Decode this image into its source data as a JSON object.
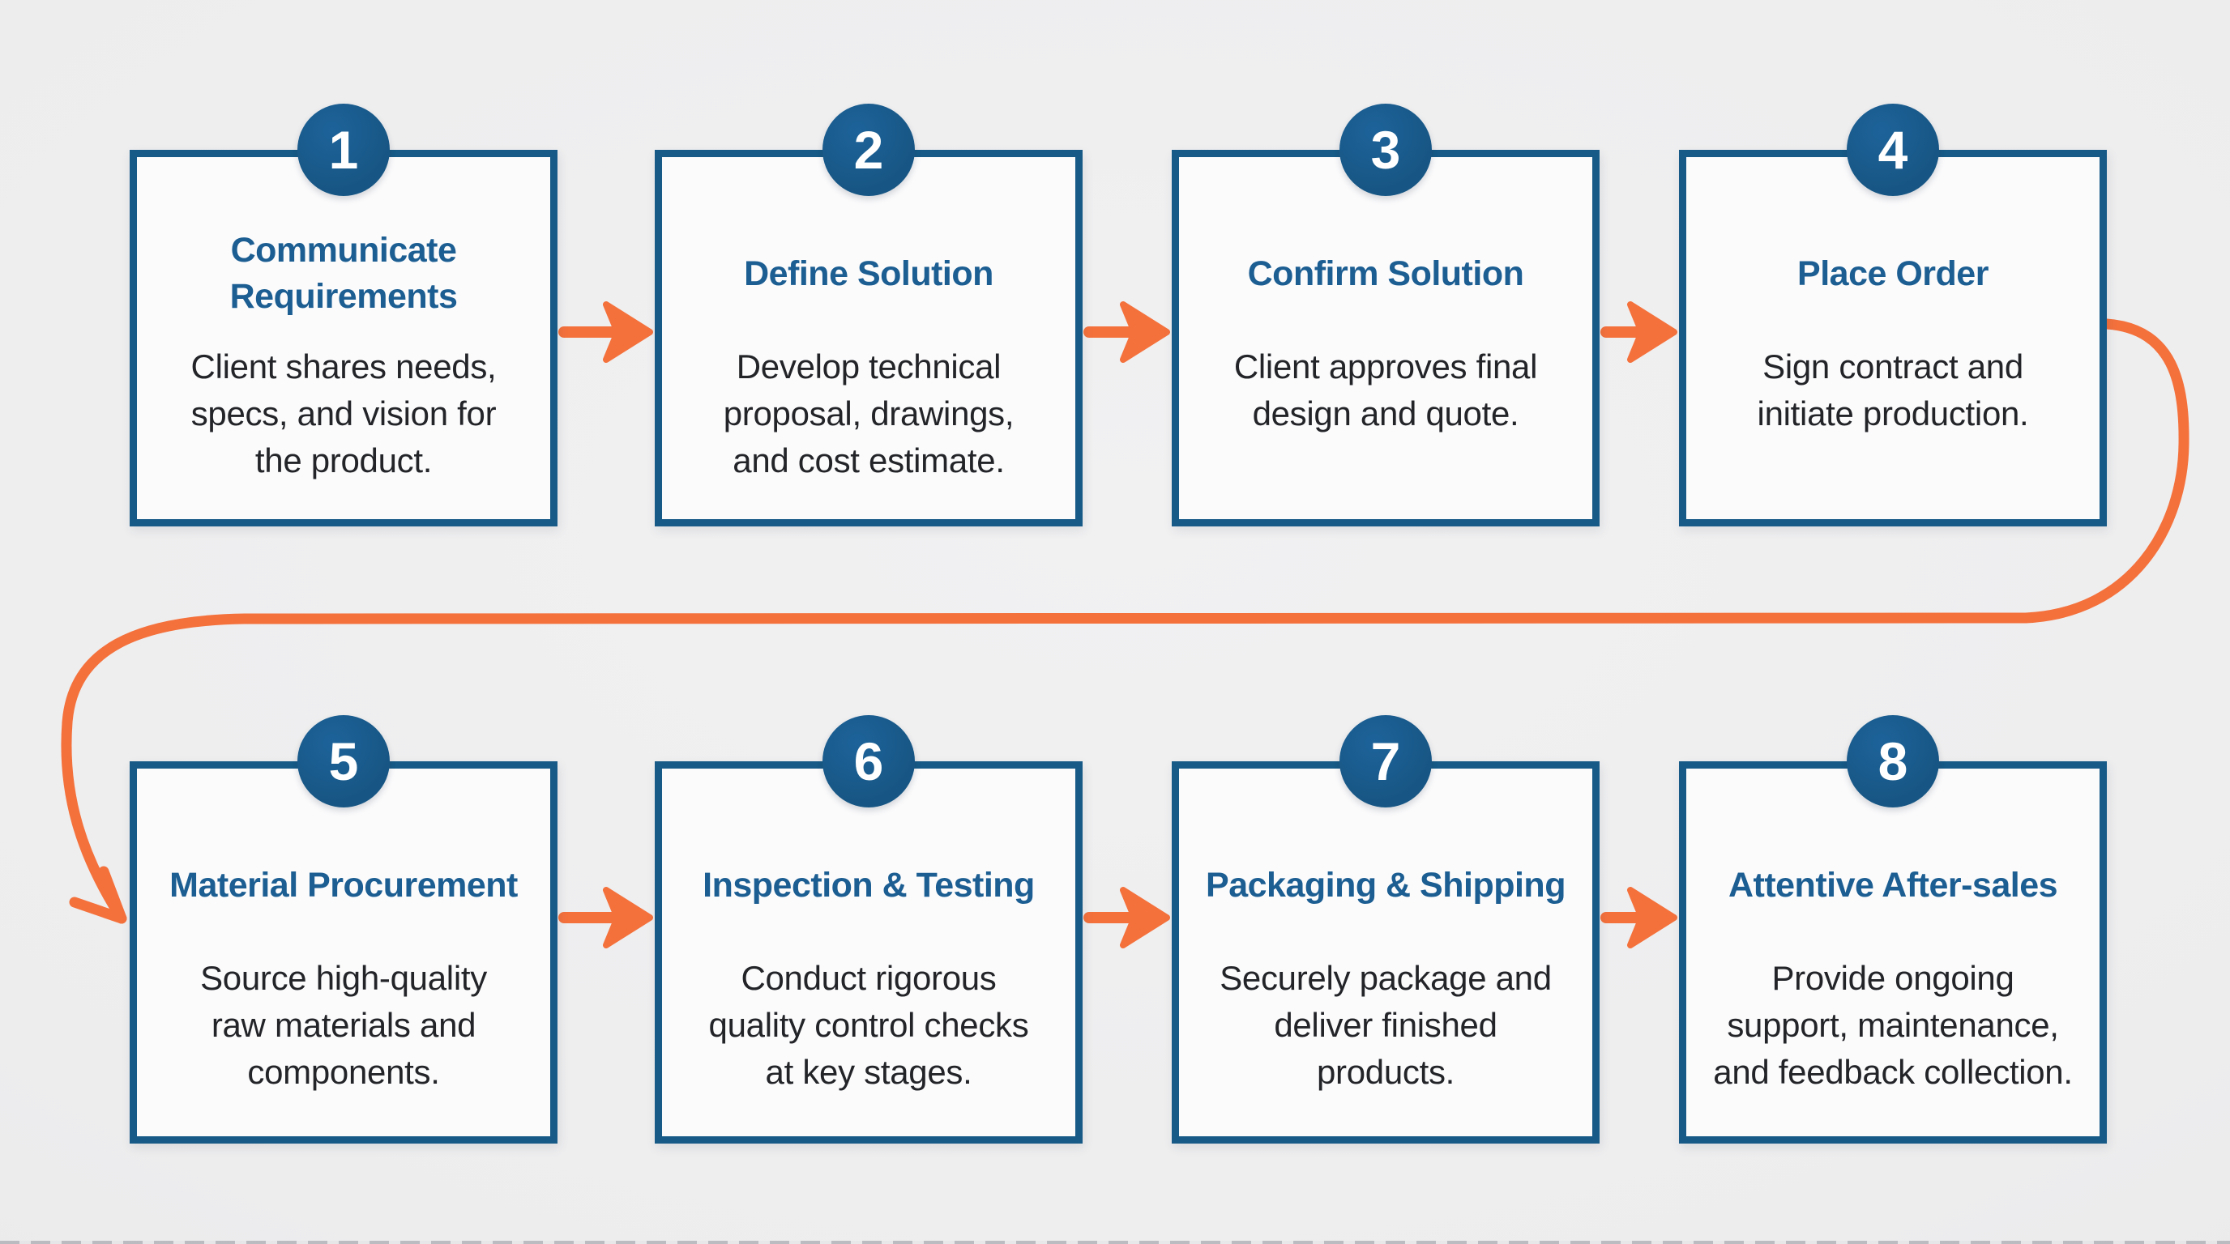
{
  "diagram": {
    "type": "process-flow",
    "step_count": 8,
    "flow": "Steps 1-4 run left to right on the top row, an orange wrap connector curves from step 4 down and across to step 5, then steps 5-8 run left to right on the bottom row"
  },
  "palette": {
    "box_border_blue": "#175A87",
    "badge_blue": "#175684",
    "title_blue": "#1C5E92",
    "body_text": "#222428",
    "arrow_orange": "#F4713C",
    "box_bg": "#FBFBFC",
    "canvas_bg": "#EDEDEE",
    "badge_text": "#FFFFFF"
  },
  "steps": [
    {
      "number": "1",
      "title": "Communicate\nRequirements",
      "description": "Client shares needs,\nspecs, and vision for\nthe product."
    },
    {
      "number": "2",
      "title": "Define Solution",
      "description": "Develop technical\nproposal, drawings,\nand cost estimate."
    },
    {
      "number": "3",
      "title": "Confirm Solution",
      "description": "Client approves final\ndesign and quote."
    },
    {
      "number": "4",
      "title": "Place Order",
      "description": "Sign contract and\ninitiate production."
    },
    {
      "number": "5",
      "title": "Material Procurement",
      "description": "Source high-quality\nraw materials and\ncomponents."
    },
    {
      "number": "6",
      "title": "Inspection & Testing",
      "description": "Conduct rigorous\nquality control checks\nat key stages."
    },
    {
      "number": "7",
      "title": "Packaging & Shipping",
      "description": "Securely package and\ndeliver finished\nproducts."
    },
    {
      "number": "8",
      "title": "Attentive After-sales",
      "description": "Provide ongoing\nsupport, maintenance,\nand feedback collection."
    }
  ]
}
